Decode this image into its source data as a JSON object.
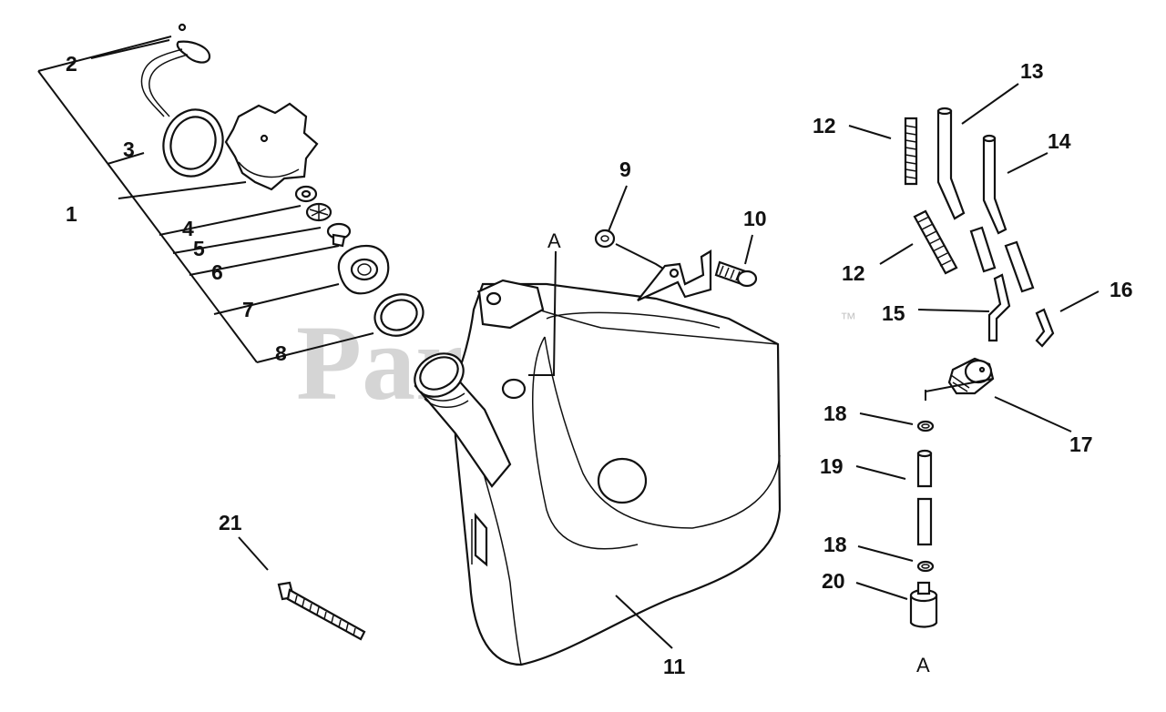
{
  "watermark": {
    "text": "PartsTree",
    "trademark": "™"
  },
  "reference_labels": [
    {
      "id": "ref-a-top",
      "text": "A"
    },
    {
      "id": "ref-a-bottom",
      "text": "A"
    }
  ],
  "callouts": [
    {
      "id": "1",
      "text": "1"
    },
    {
      "id": "2",
      "text": "2"
    },
    {
      "id": "3",
      "text": "3"
    },
    {
      "id": "4",
      "text": "4"
    },
    {
      "id": "5",
      "text": "5"
    },
    {
      "id": "6",
      "text": "6"
    },
    {
      "id": "7",
      "text": "7"
    },
    {
      "id": "8",
      "text": "8"
    },
    {
      "id": "9",
      "text": "9"
    },
    {
      "id": "10",
      "text": "10"
    },
    {
      "id": "11",
      "text": "11"
    },
    {
      "id": "12a",
      "text": "12"
    },
    {
      "id": "12b",
      "text": "12"
    },
    {
      "id": "13",
      "text": "13"
    },
    {
      "id": "14",
      "text": "14"
    },
    {
      "id": "15",
      "text": "15"
    },
    {
      "id": "16",
      "text": "16"
    },
    {
      "id": "17",
      "text": "17"
    },
    {
      "id": "18a",
      "text": "18"
    },
    {
      "id": "18b",
      "text": "18"
    },
    {
      "id": "19",
      "text": "19"
    },
    {
      "id": "20",
      "text": "20"
    },
    {
      "id": "21",
      "text": "21"
    }
  ]
}
